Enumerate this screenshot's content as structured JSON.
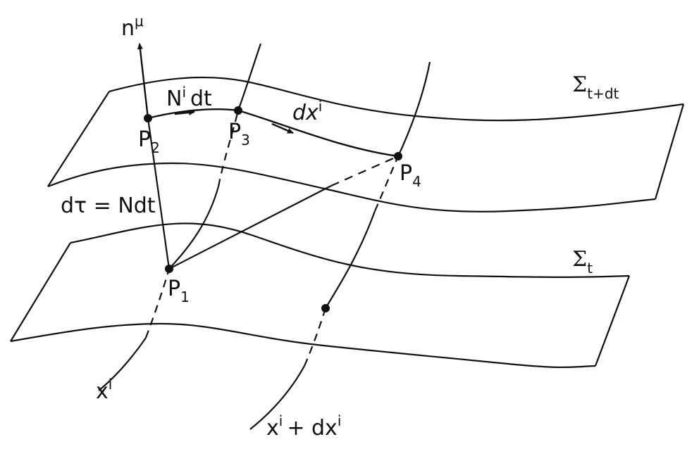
{
  "diagram": {
    "colors": {
      "ink": "#111111",
      "background": "#ffffff"
    },
    "labels": {
      "n_mu": {
        "base": "n",
        "sup": "μ"
      },
      "shift": {
        "base": "N",
        "sup": "i",
        "tail": "dt"
      },
      "dx": {
        "base": "dx",
        "sup": "i"
      },
      "p1": {
        "base": "P",
        "sub": "1"
      },
      "p2": {
        "base": "P",
        "sub": "2"
      },
      "p3": {
        "base": "P",
        "sub": "3"
      },
      "p4": {
        "base": "P",
        "sub": "4"
      },
      "proper_time": {
        "text": "dτ = Ndt"
      },
      "sigma_t_dt": {
        "base": "Σ",
        "sub": "t+dt"
      },
      "sigma_t": {
        "base": "Σ",
        "sub": "t"
      },
      "xi": {
        "base": "x",
        "sup": "i"
      },
      "xi_dxi": {
        "base": "x",
        "sup": "i",
        "mid": "+ dx",
        "sup2": "i"
      }
    }
  }
}
